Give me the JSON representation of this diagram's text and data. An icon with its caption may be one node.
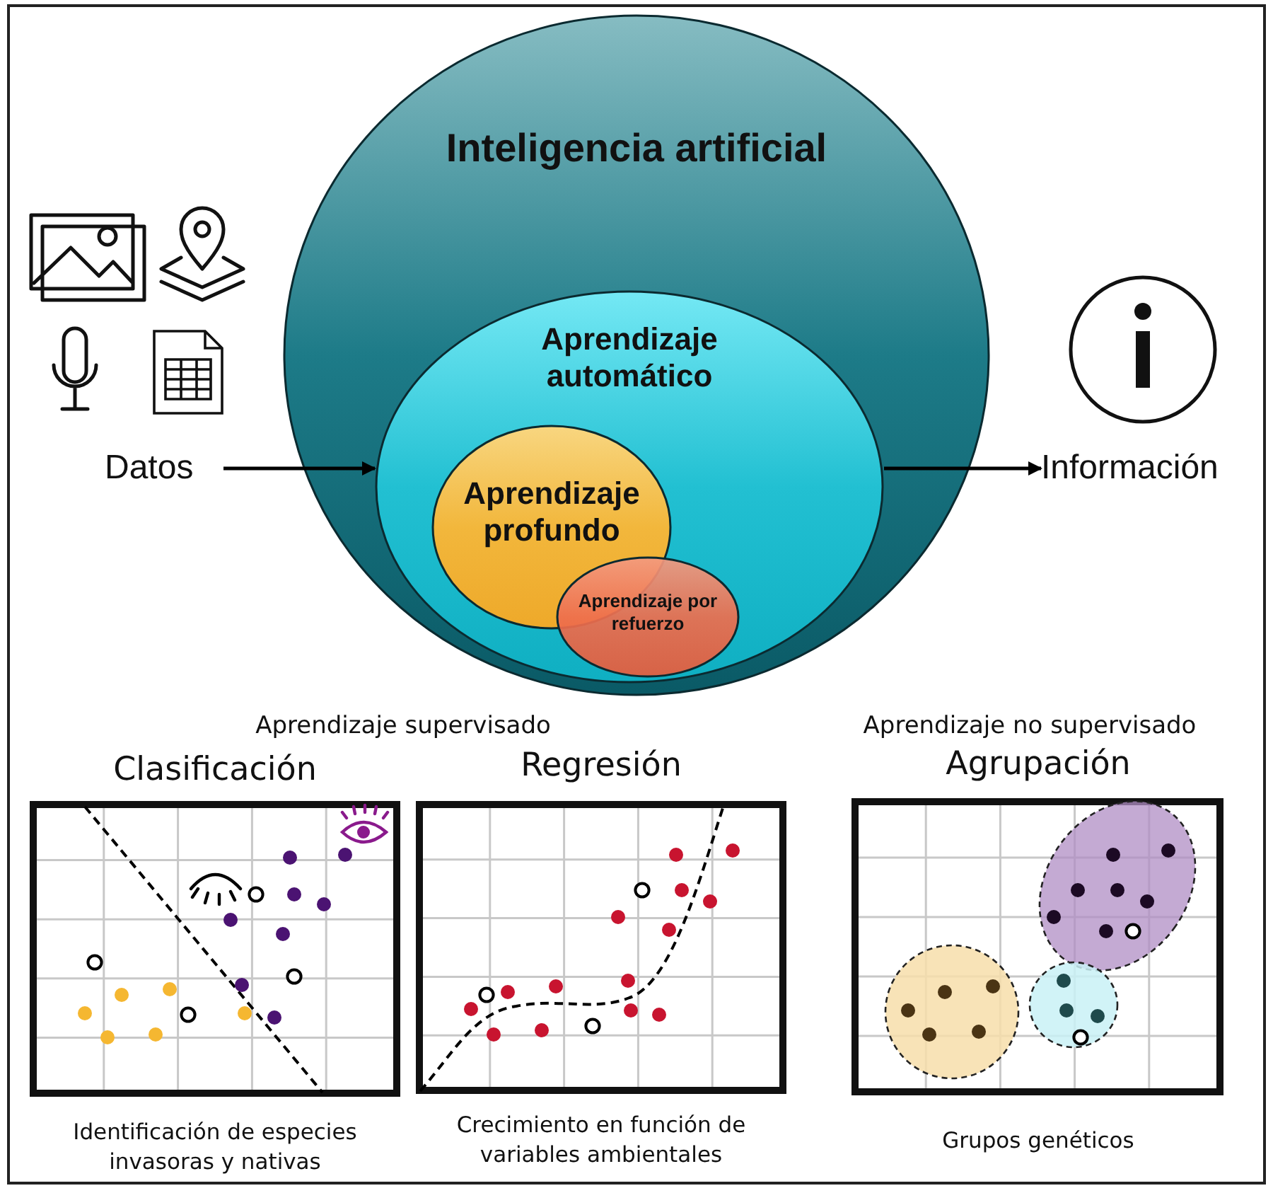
{
  "diagram": {
    "nodes": [
      {
        "text": [
          "Inteligencia artificial"
        ]
      },
      {
        "text": [
          "Aprendizaje automático"
        ],
        "in": 0
      },
      {
        "text": [
          "Aprendizaje profundo"
        ],
        "in": 1
      },
      {
        "text": [
          "Aprendizaje por refuerzo"
        ],
        "in": 1
      },
      {
        "text": [
          "Datos"
        ]
      },
      {
        "text": [
          "Información"
        ]
      },
      {
        "text": [
          "Clasificación"
        ],
        "beside": [
          "Identificación de especies invasoras y nativas"
        ]
      },
      {
        "text": [
          "Regresión"
        ],
        "beside": [
          "Crecimiento en función de variables ambientales"
        ]
      },
      {
        "text": [
          "Agrupación"
        ],
        "beside": [
          "Grupos genéticos"
        ]
      }
    ],
    "edges": [
      {
        "from": 4,
        "to": 1,
        "arrow": "to"
      },
      {
        "from": 1,
        "to": 5,
        "arrow": "to"
      }
    ],
    "labels": [
      "Aprendizaje supervisado",
      "Aprendizaje no supervisado"
    ]
  }
}
